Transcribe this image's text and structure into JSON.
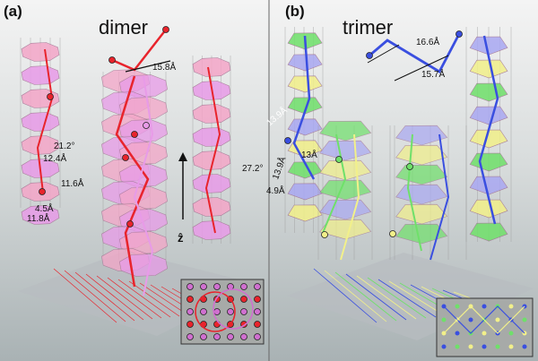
{
  "panels": {
    "a": {
      "label": "(a)",
      "title": "dimer"
    },
    "b": {
      "label": "(b)",
      "title": "trimer"
    }
  },
  "measurements_a": {
    "top_distance": "15.8Å",
    "angle": "21.2°",
    "rise": "12.4Å",
    "pitch": "11.6Å",
    "inner_width": "4.5Å",
    "outer_width": "11.8Å",
    "axis": "ẑ"
  },
  "measurements_b": {
    "top_distance_1": "16.6Å",
    "top_distance_2": "15.7Å",
    "diag": "13.9Å",
    "angle": "27.2°",
    "rise": "13.9Å",
    "pitch": "13Å",
    "width": "4.9Å"
  },
  "colors": {
    "red": "#e8242c",
    "pink": "#f4a6c8",
    "magenta": "#e89be8",
    "blue": "#3a4fe0",
    "green": "#6fe06a",
    "yellow": "#f2f08a",
    "lavender": "#a9a8f2"
  }
}
